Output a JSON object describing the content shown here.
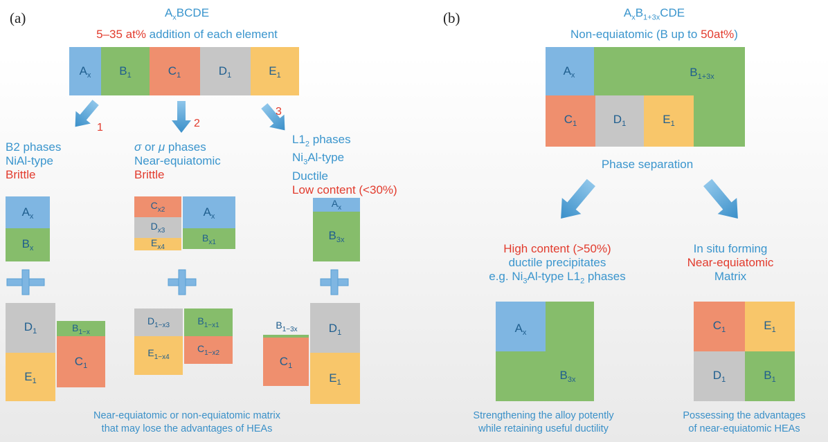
{
  "colors": {
    "text_blue": "#3a95cd",
    "text_red": "#e23b2d",
    "cell_blue": "#7fb6e2",
    "cell_green": "#86bd6b",
    "cell_orange": "#ef8f6e",
    "cell_gray": "#c6c6c6",
    "cell_yellow": "#f8c66a"
  },
  "panel_a": {
    "label": "(a)",
    "formula": {
      "base": "A",
      "sub": "x",
      "rest": "BCDE"
    },
    "subtitle": {
      "red": "5–35 at%",
      "blue": " addition of each element"
    },
    "main_cells": [
      {
        "b": "A",
        "s": "x"
      },
      {
        "b": "B",
        "s": "1"
      },
      {
        "b": "C",
        "s": "1"
      },
      {
        "b": "D",
        "s": "1"
      },
      {
        "b": "E",
        "s": "1"
      }
    ],
    "routes": [
      {
        "number": "1",
        "line1": "B2 phases",
        "line2": "NiAl-type",
        "red": "Brittle"
      },
      {
        "number": "2",
        "line1a": "σ",
        "line1b": " or ",
        "line1c": "μ",
        "line1d": " phases",
        "line2": "Near-equiatomic",
        "red": "Brittle"
      },
      {
        "number": "3",
        "line1a": "L1",
        "line1s": "2",
        "line1b": " phases",
        "line2a": "Ni",
        "line2s": "3",
        "line2b": "Al-type",
        "line3": "Ductile",
        "red": "Low content (<30%)"
      }
    ],
    "col1_top": [
      {
        "b": "A",
        "s": "x"
      },
      {
        "b": "B",
        "s": "x"
      }
    ],
    "col1_bottom": [
      {
        "b": "D",
        "s": "1"
      },
      {
        "b": "E",
        "s": "1"
      },
      {
        "b": "B",
        "s": "1−x"
      },
      {
        "b": "C",
        "s": "1"
      }
    ],
    "col2_top": [
      {
        "b": "C",
        "s": "x2"
      },
      {
        "b": "D",
        "s": "x3"
      },
      {
        "b": "E",
        "s": "x4"
      },
      {
        "b": "A",
        "s": "x"
      },
      {
        "b": "B",
        "s": "x1"
      }
    ],
    "col2_bottom": [
      {
        "b": "D",
        "s": "1−x3"
      },
      {
        "b": "E",
        "s": "1−x4"
      },
      {
        "b": "B",
        "s": "1−x1"
      },
      {
        "b": "C",
        "s": "1−x2"
      }
    ],
    "col3_top": [
      {
        "b": "A",
        "s": "x"
      },
      {
        "b": "B",
        "s": "3x"
      }
    ],
    "col3_bottom": [
      {
        "b": "B",
        "s": "1−3x"
      },
      {
        "b": "C",
        "s": "1"
      },
      {
        "b": "D",
        "s": "1"
      },
      {
        "b": "E",
        "s": "1"
      }
    ],
    "caption_1": "Near-equiatomic or non-equiatomic matrix",
    "caption_2": "that may lose the advantages of HEAs"
  },
  "panel_b": {
    "label": "(b)",
    "formula": {
      "a": "A",
      "as": "x",
      "b": "B",
      "bs": "1+3x",
      "rest": "CDE"
    },
    "subtitle": {
      "blue": "Non-equiatomic (B up to ",
      "red": "50at%",
      "blue_end": ")"
    },
    "main_cells": [
      {
        "b": "A",
        "s": "x"
      },
      {
        "b": "B",
        "s": "1+3x"
      },
      {
        "b": "C",
        "s": "1"
      },
      {
        "b": "D",
        "s": "1"
      },
      {
        "b": "E",
        "s": "1"
      }
    ],
    "phase_separation": "Phase separation",
    "left": {
      "red": "High content (>50%)",
      "line2": "ductile precipitates",
      "line3a": "e.g. Ni",
      "line3s": "3",
      "line3b": "Al-type L1",
      "line3s2": "2",
      "line3c": " phases",
      "cells": [
        {
          "b": "A",
          "s": "x"
        },
        {
          "b": "B",
          "s": "3x"
        }
      ],
      "caption_1": "Strengthening the alloy potently",
      "caption_2": "while retaining useful ductility"
    },
    "right": {
      "line1": "In situ forming",
      "red": "Near-equiatomic",
      "line3": "Matrix",
      "cells": [
        {
          "b": "C",
          "s": "1"
        },
        {
          "b": "E",
          "s": "1"
        },
        {
          "b": "D",
          "s": "1"
        },
        {
          "b": "B",
          "s": "1"
        }
      ],
      "caption_1": "Possessing the advantages",
      "caption_2": "of near-equiatomic HEAs"
    }
  }
}
